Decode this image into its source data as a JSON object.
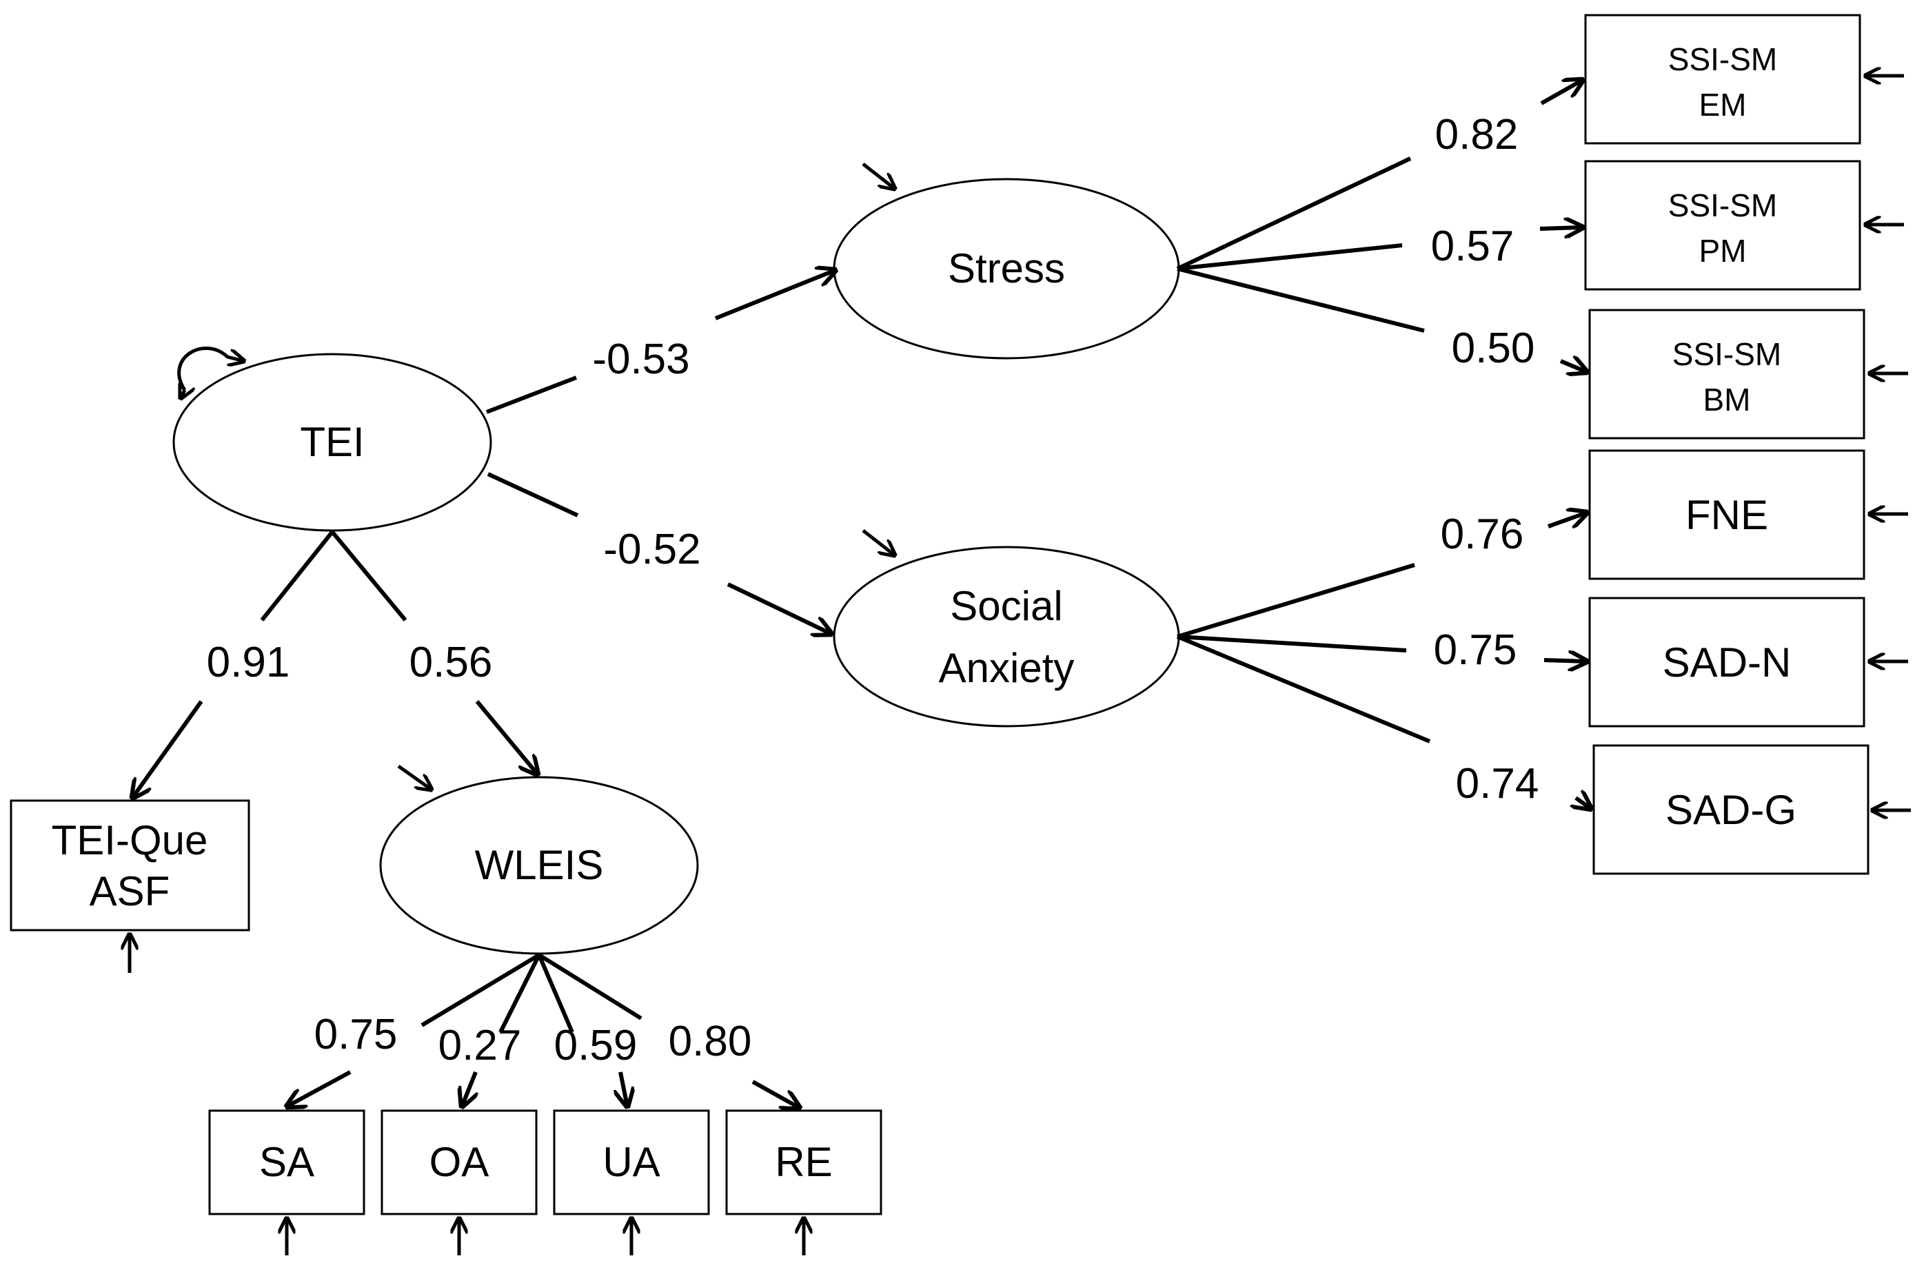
{
  "latents": {
    "tei": "TEI",
    "wleis": "WLEIS",
    "stress": "Stress",
    "social_anxiety_line1": "Social",
    "social_anxiety_line2": "Anxiety"
  },
  "indicators": {
    "tei_que_line1": "TEI-Que",
    "tei_que_line2": "ASF",
    "sa": "SA",
    "oa": "OA",
    "ua": "UA",
    "re": "RE",
    "ssi_em_line1": "SSI-SM",
    "ssi_em_line2": "EM",
    "ssi_pm_line1": "SSI-SM",
    "ssi_pm_line2": "PM",
    "ssi_bm_line1": "SSI-SM",
    "ssi_bm_line2": "BM",
    "fne": "FNE",
    "sad_n": "SAD-N",
    "sad_g": "SAD-G"
  },
  "coefficients": {
    "tei_stress": "-0.53",
    "tei_social_anxiety": "-0.52",
    "tei_teique": "0.91",
    "tei_wleis": "0.56",
    "wleis_sa": "0.75",
    "wleis_oa": "0.27",
    "wleis_ua": "0.59",
    "wleis_re": "0.80",
    "stress_em": "0.82",
    "stress_pm": "0.57",
    "stress_bm": "0.50",
    "sa_fne": "0.76",
    "sa_sadn": "0.75",
    "sa_sadg": "0.74"
  }
}
